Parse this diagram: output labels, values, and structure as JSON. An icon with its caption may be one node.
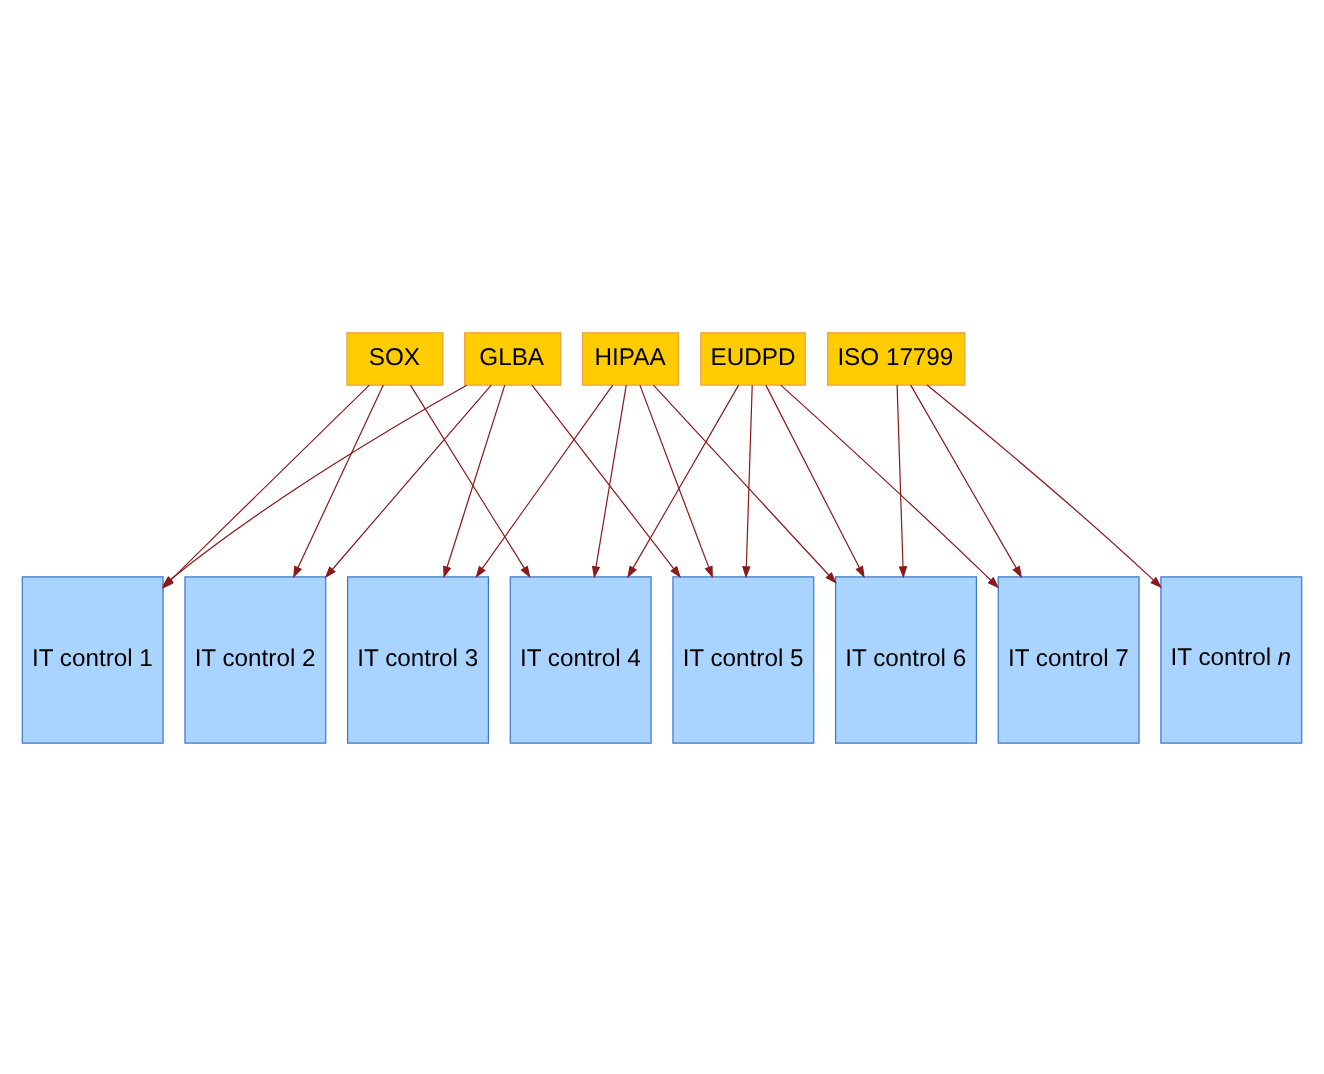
{
  "diagram": {
    "nodes": [
      {
        "text": [
          "SOX"
        ]
      },
      {
        "text": [
          "GLBA"
        ]
      },
      {
        "text": [
          "HIPAA"
        ]
      },
      {
        "text": [
          "EUDPD"
        ]
      },
      {
        "text": [
          "ISO 17799"
        ]
      },
      {
        "text": [
          "IT control 1"
        ]
      },
      {
        "text": [
          "IT control 2"
        ]
      },
      {
        "text": [
          "IT control 3"
        ]
      },
      {
        "text": [
          "IT control 4"
        ]
      },
      {
        "text": [
          "IT control 5"
        ]
      },
      {
        "text": [
          "IT control 6"
        ]
      },
      {
        "text": [
          "IT control 7"
        ]
      },
      {
        "text": [
          "IT control *n*"
        ]
      }
    ],
    "edges": [
      {
        "from": 0,
        "to": 5,
        "arrow": "to"
      },
      {
        "from": 0,
        "to": 6,
        "arrow": "to"
      },
      {
        "from": 0,
        "to": 8,
        "arrow": "to"
      },
      {
        "from": 1,
        "to": 5,
        "arrow": "to"
      },
      {
        "from": 1,
        "to": 6,
        "arrow": "to"
      },
      {
        "from": 1,
        "to": 7,
        "arrow": "to"
      },
      {
        "from": 1,
        "to": 9,
        "arrow": "to"
      },
      {
        "from": 2,
        "to": 7,
        "arrow": "to"
      },
      {
        "from": 2,
        "to": 8,
        "arrow": "to"
      },
      {
        "from": 2,
        "to": 9,
        "arrow": "to"
      },
      {
        "from": 2,
        "to": 10,
        "arrow": "to"
      },
      {
        "from": 3,
        "to": 8,
        "arrow": "to"
      },
      {
        "from": 3,
        "to": 9,
        "arrow": "to"
      },
      {
        "from": 3,
        "to": 10,
        "arrow": "to"
      },
      {
        "from": 3,
        "to": 11,
        "arrow": "to"
      },
      {
        "from": 4,
        "to": 10,
        "arrow": "to"
      },
      {
        "from": 4,
        "to": 11,
        "arrow": "to"
      },
      {
        "from": 4,
        "to": 12,
        "arrow": "to"
      }
    ]
  }
}
